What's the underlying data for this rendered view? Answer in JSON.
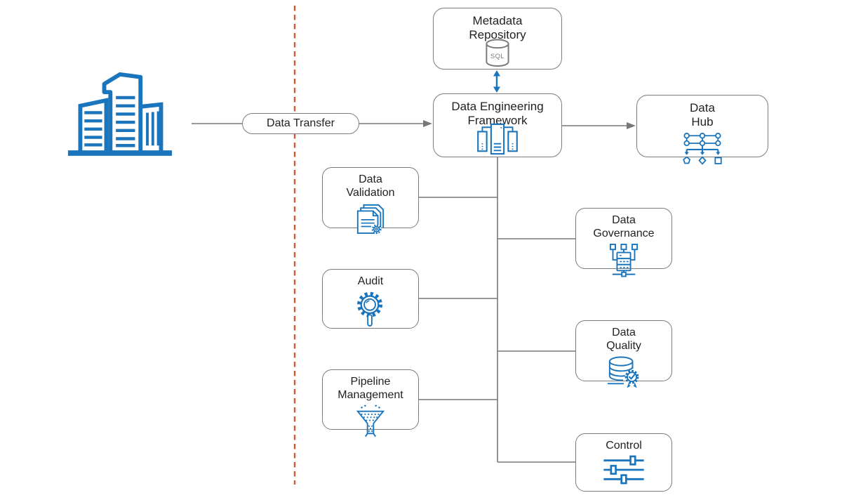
{
  "flow": {
    "transfer_label": "Data Transfer"
  },
  "source": {
    "icon": "office-buildings-icon"
  },
  "nodes": {
    "metadata": {
      "label": "Metadata\nRepository",
      "icon": "sql-database-icon",
      "icon_label": "SQL"
    },
    "framework": {
      "label": "Data Engineering\nFramework",
      "icon": "server-racks-icon"
    },
    "hub": {
      "label": "Data\nHub",
      "icon": "data-distribution-icon"
    },
    "validation": {
      "label": "Data\nValidation",
      "icon": "documents-gear-icon"
    },
    "audit": {
      "label": "Audit",
      "icon": "gear-magnifier-icon"
    },
    "pipeline": {
      "label": "Pipeline\nManagement",
      "icon": "funnel-icon"
    },
    "governance": {
      "label": "Data\nGovernance",
      "icon": "server-nodes-icon"
    },
    "quality": {
      "label": "Data\nQuality",
      "icon": "database-badge-icon"
    },
    "control": {
      "label": "Control",
      "icon": "sliders-icon"
    }
  },
  "colors": {
    "accent_blue": "#1b75bc",
    "line_gray": "#77787b",
    "text_dark": "#231f20",
    "boundary_orange": "#cf5b35"
  }
}
